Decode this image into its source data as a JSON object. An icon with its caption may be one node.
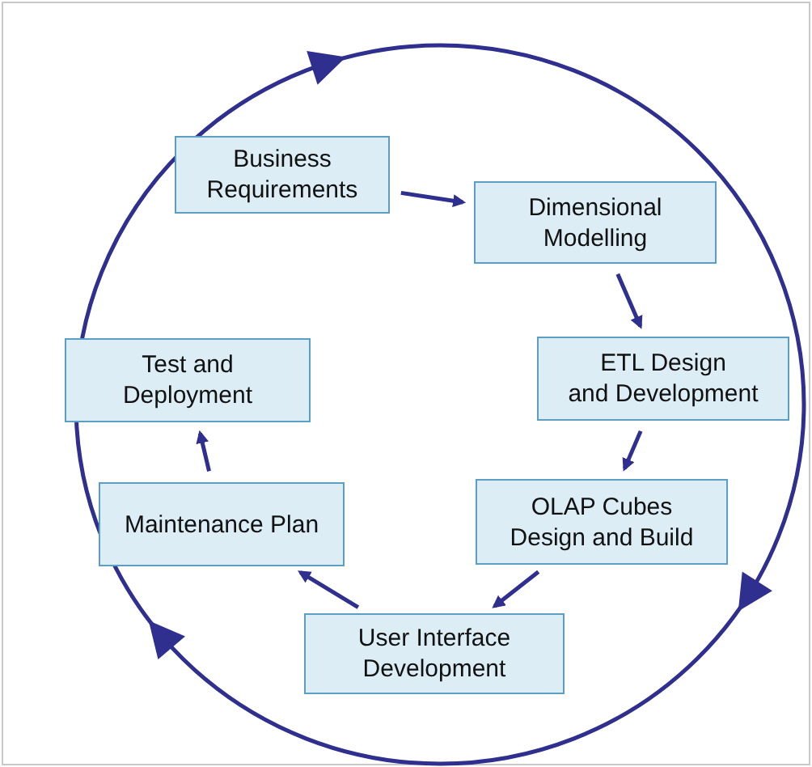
{
  "diagram": {
    "nodes": [
      {
        "text": [
          "Business Requirements"
        ]
      },
      {
        "text": [
          "Dimensional Modelling"
        ]
      },
      {
        "text": [
          "ETL Design and Development"
        ]
      },
      {
        "text": [
          "OLAP Cubes Design and Build"
        ]
      },
      {
        "text": [
          "User Interface Development"
        ]
      },
      {
        "text": [
          "Maintenance Plan"
        ]
      },
      {
        "text": [
          "Test and Deployment"
        ]
      }
    ],
    "edges": [
      {
        "from": 0,
        "to": 1,
        "arrow": "to"
      },
      {
        "from": 1,
        "to": 2,
        "arrow": "to"
      },
      {
        "from": 2,
        "to": 3,
        "arrow": "to"
      },
      {
        "from": 3,
        "to": 4,
        "arrow": "to"
      },
      {
        "from": 4,
        "to": 5,
        "arrow": "to"
      },
      {
        "from": 5,
        "to": 6,
        "arrow": "to"
      }
    ]
  }
}
